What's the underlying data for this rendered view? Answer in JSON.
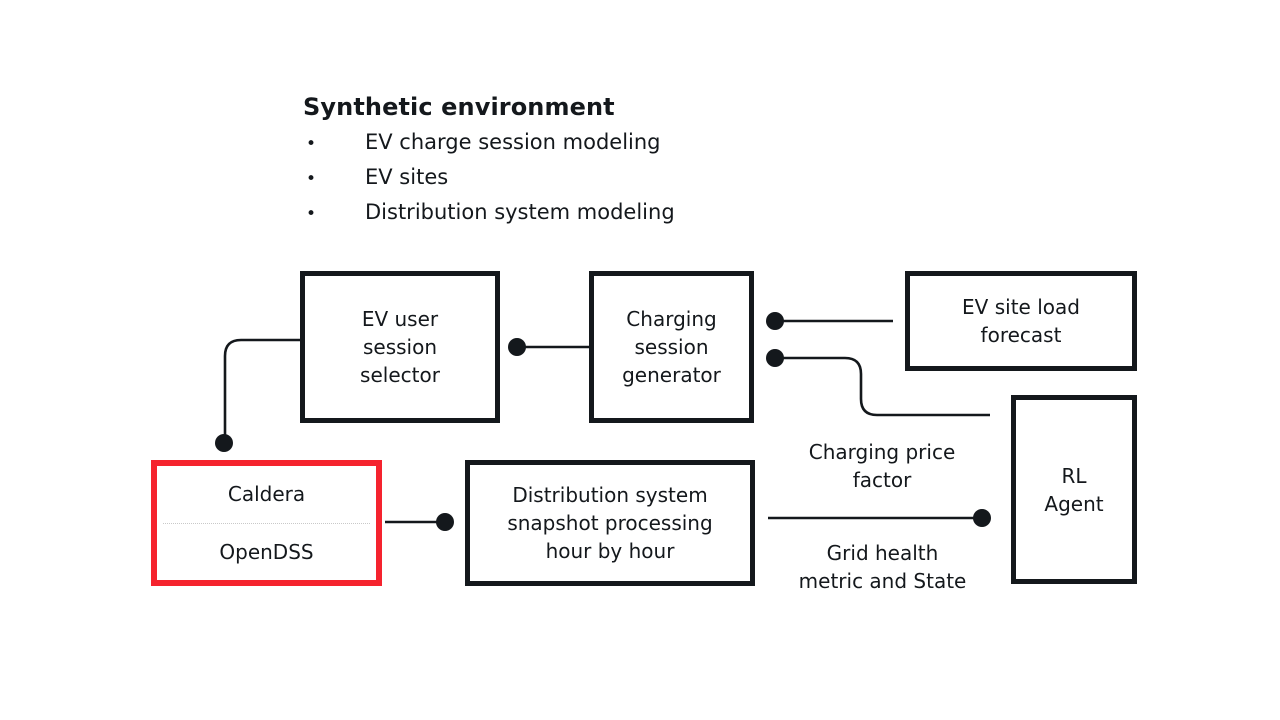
{
  "page": {
    "background": "#ffffff",
    "accent_red": "#f5232e",
    "ink": "#14181c"
  },
  "header": {
    "title": "Synthetic environment",
    "bullet_glyph": "•",
    "bullets": [
      "EV charge session modeling",
      "EV sites",
      "Distribution system modeling"
    ]
  },
  "nodes": {
    "ev_user_session_selector": {
      "label": "EV user\nsession\nselector"
    },
    "charging_session_generator": {
      "label": "Charging\nsession\ngenerator"
    },
    "ev_site_load_forecast": {
      "label": "EV site load\nforecast"
    },
    "rl_agent": {
      "label": "RL\nAgent"
    },
    "caldera_opendss": {
      "top_label": "Caldera",
      "bottom_label": "OpenDSS"
    },
    "distribution_system": {
      "label": "Distribution system\nsnapshot processing\nhour by hour"
    }
  },
  "edge_labels": {
    "charging_price_factor": "Charging price\nfactor",
    "grid_health": "Grid health\nmetric and State"
  }
}
